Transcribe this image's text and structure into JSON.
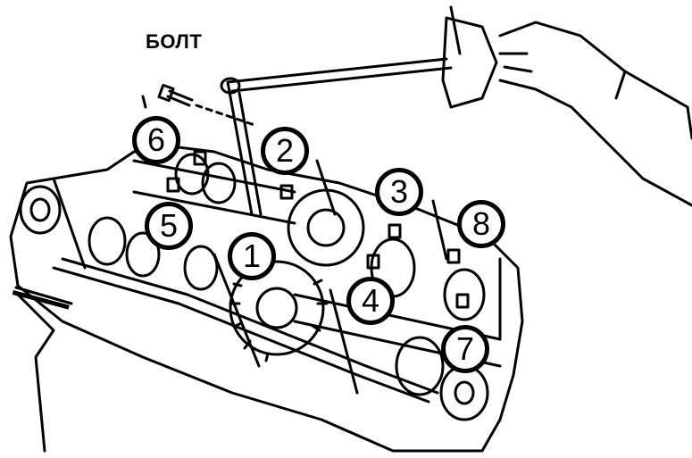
{
  "labels": {
    "bolt": "БОЛТ"
  },
  "callouts": [
    "1",
    "2",
    "3",
    "4",
    "5",
    "6",
    "7",
    "8"
  ],
  "colors": {
    "ink": "#000000",
    "paper": "#ffffff"
  }
}
